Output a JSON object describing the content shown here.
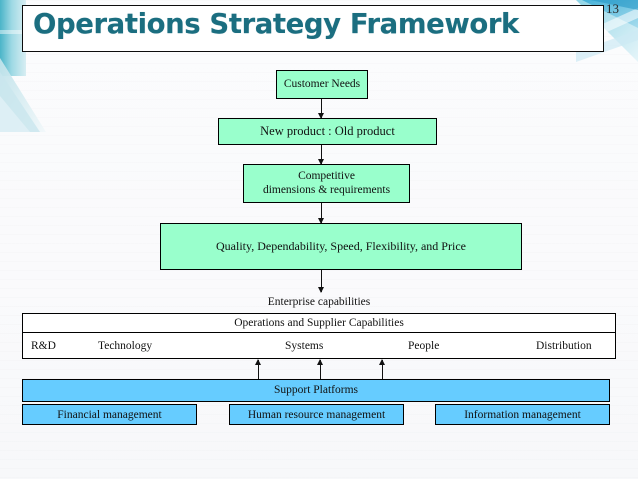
{
  "slide": {
    "title": "Operations Strategy Framework",
    "page_number": "13",
    "title_color": "#1b6e80",
    "green_fill": "#99FFCC",
    "blue_fill": "#66CCFF",
    "background": "#fafafc"
  },
  "flow": {
    "customer_needs": "Customer Needs",
    "new_old_product": "New product : Old  product",
    "competitive_line1": "Competitive",
    "competitive_line2": "dimensions & requirements",
    "quality": "Quality, Dependability, Speed, Flexibility, and Price",
    "enterprise_capabilities": "Enterprise capabilities"
  },
  "operations": {
    "header": "Operations and Supplier Capabilities",
    "cells": [
      "R&D",
      "Technology",
      "Systems",
      "People",
      "Distribution"
    ]
  },
  "support": {
    "header": "Support Platforms",
    "platforms": [
      "Financial management",
      "Human resource management",
      "Information management"
    ]
  }
}
